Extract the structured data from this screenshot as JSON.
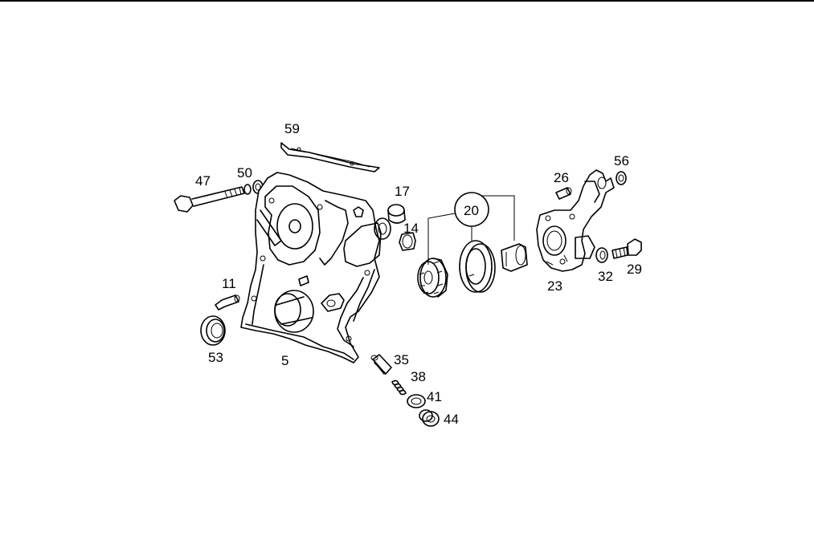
{
  "diagram": {
    "callouts": {
      "c5": "5",
      "c11": "11",
      "c14": "14",
      "c17": "17",
      "c20": "20",
      "c23": "23",
      "c26": "26",
      "c29": "29",
      "c32": "32",
      "c35": "35",
      "c38": "38",
      "c41": "41",
      "c44": "44",
      "c47": "47",
      "c50": "50",
      "c53": "53",
      "c56": "56",
      "c59": "59"
    }
  }
}
